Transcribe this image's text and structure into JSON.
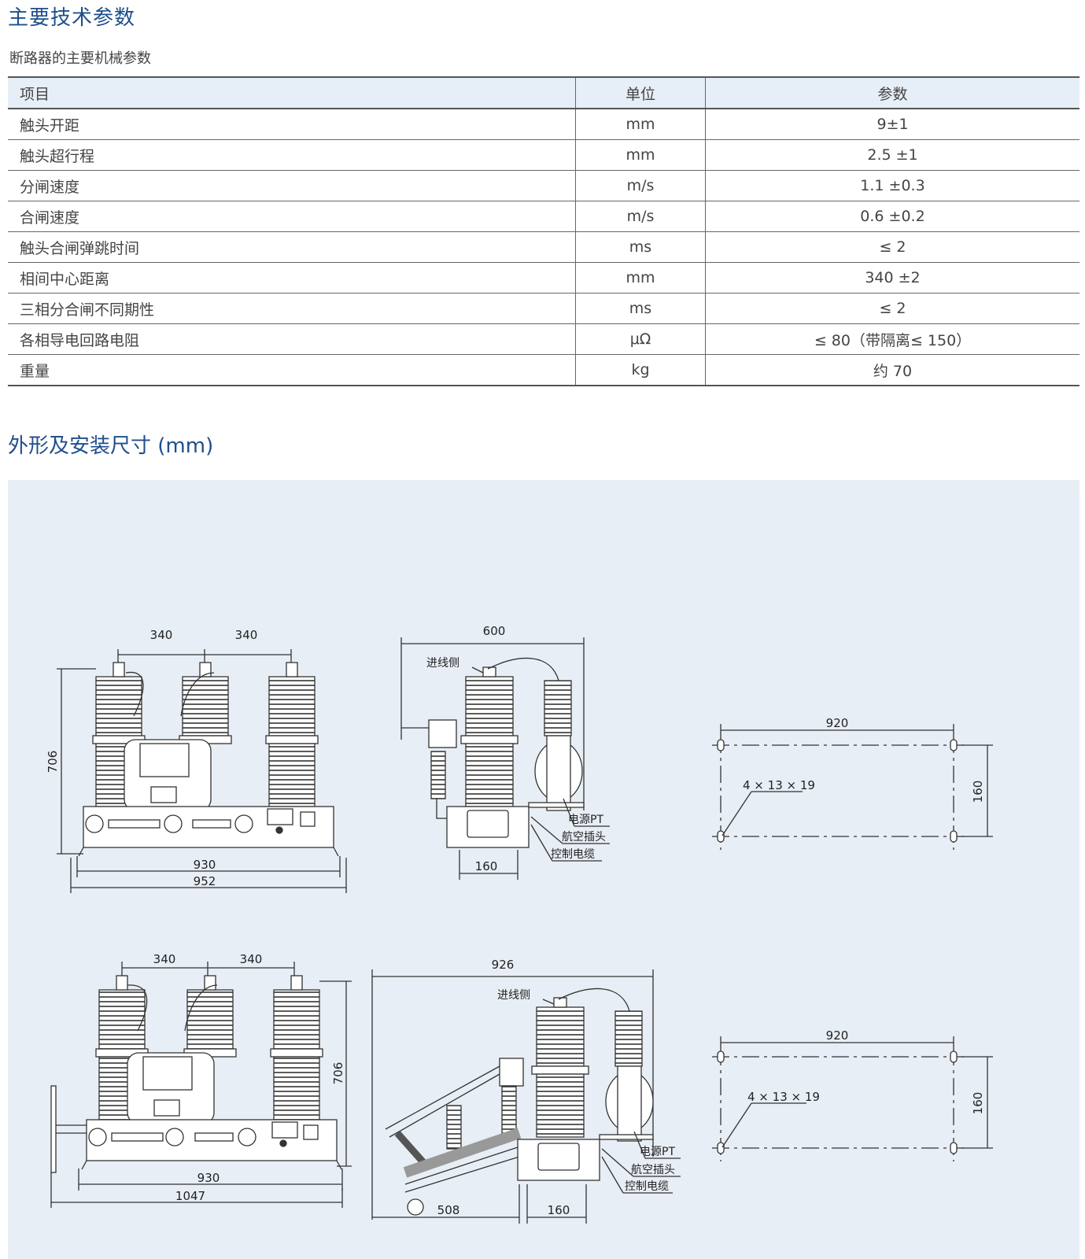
{
  "title": "主要技术参数",
  "subtitle": "断路器的主要机械参数",
  "table": {
    "headers": [
      "项目",
      "单位",
      "参数"
    ],
    "rows": [
      [
        "触头开距",
        "mm",
        "9±1"
      ],
      [
        "触头超行程",
        "mm",
        "2.5 ±1"
      ],
      [
        "分闸速度",
        "m/s",
        "1.1 ±0.3"
      ],
      [
        "合闸速度",
        "m/s",
        "0.6 ±0.2"
      ],
      [
        "触头合闸弹跳时间",
        "ms",
        "≤ 2"
      ],
      [
        "相间中心距离",
        "mm",
        "340 ±2"
      ],
      [
        "三相分合闸不同期性",
        "ms",
        "≤ 2"
      ],
      [
        "各相导电回路电阻",
        "μΩ",
        "≤ 80（带隔离≤ 150）"
      ],
      [
        "重量",
        "kg",
        "约 70"
      ]
    ]
  },
  "section2_title": "外形及安装尺寸 (mm)",
  "drawings": {
    "top_front": {
      "d_340a": "340",
      "d_340b": "340",
      "height": "706",
      "inner": "930",
      "outer": "952"
    },
    "top_side": {
      "width": "600",
      "inlet": "进线侧",
      "base": "160",
      "pt": "电源PT",
      "plug": "航空插头",
      "cable": "控制电缆"
    },
    "top_plan": {
      "width": "920",
      "depth": "160",
      "holes": "4 × 13 × 19"
    },
    "bot_front": {
      "d_340a": "340",
      "d_340b": "340",
      "height": "706",
      "inner": "930",
      "outer": "1047"
    },
    "bot_side": {
      "width": "926",
      "inlet": "进线侧",
      "left": "508",
      "base": "160",
      "pt": "电源PT",
      "plug": "航空插头",
      "cable": "控制电缆"
    },
    "bot_plan": {
      "width": "920",
      "depth": "160",
      "holes": "4 × 13 × 19"
    }
  },
  "colors": {
    "heading": "#1f4e8c",
    "table_header_bg": "#e6eef7",
    "panel_bg": "#e8eef5"
  }
}
